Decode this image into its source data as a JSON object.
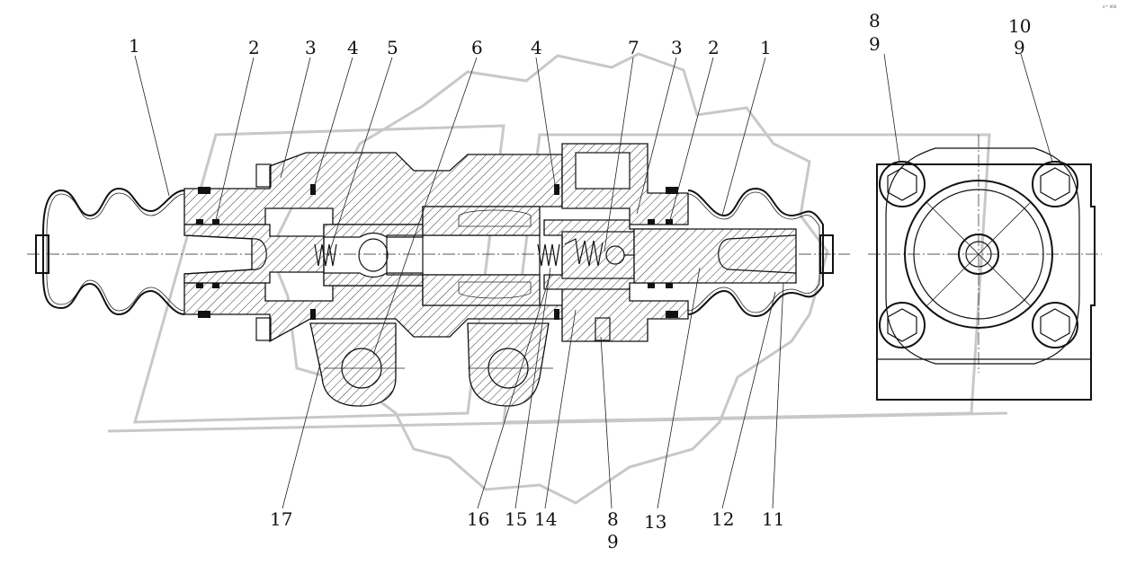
{
  "corner_text": "e™ 000",
  "callouts": [
    {
      "id": "c-1-left",
      "text": "1"
    },
    {
      "id": "c-2-left",
      "text": "2"
    },
    {
      "id": "c-3-left",
      "text": "3"
    },
    {
      "id": "c-4-left",
      "text": "4"
    },
    {
      "id": "c-5",
      "text": "5"
    },
    {
      "id": "c-6",
      "text": "6"
    },
    {
      "id": "c-4-right",
      "text": "4"
    },
    {
      "id": "c-7",
      "text": "7"
    },
    {
      "id": "c-3-right",
      "text": "3"
    },
    {
      "id": "c-2-right",
      "text": "2"
    },
    {
      "id": "c-1-right",
      "text": "1"
    },
    {
      "id": "c-8-top",
      "text": "8"
    },
    {
      "id": "c-9-top-a",
      "text": "9"
    },
    {
      "id": "c-10",
      "text": "10"
    },
    {
      "id": "c-9-top-b",
      "text": "9"
    },
    {
      "id": "c-17",
      "text": "17"
    },
    {
      "id": "c-16",
      "text": "16"
    },
    {
      "id": "c-15",
      "text": "15"
    },
    {
      "id": "c-14",
      "text": "14"
    },
    {
      "id": "c-8-bottom",
      "text": "8"
    },
    {
      "id": "c-9-bottom",
      "text": "9"
    },
    {
      "id": "c-13",
      "text": "13"
    },
    {
      "id": "c-12",
      "text": "12"
    },
    {
      "id": "c-11",
      "text": "11"
    }
  ]
}
